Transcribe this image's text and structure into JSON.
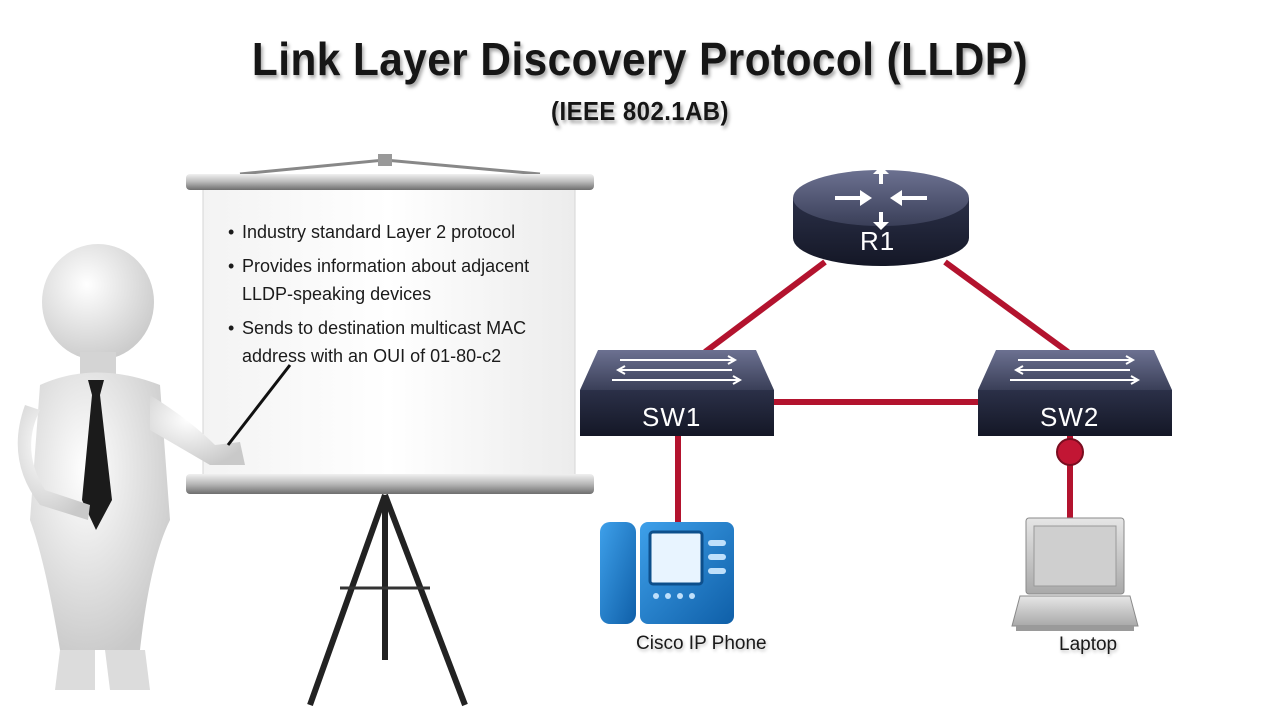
{
  "title": "Link Layer Discovery Protocol (LLDP)",
  "subtitle": "(IEEE 802.1AB)",
  "board": {
    "bullets": [
      "Industry standard Layer 2 protocol",
      "Provides information about adjacent LLDP-speaking devices",
      "Sends to destination multicast MAC address with an OUI of 01-80-c2"
    ]
  },
  "devices": {
    "router": "R1",
    "switch1": "SW1",
    "switch2": "SW2",
    "phone": "Cisco IP Phone",
    "laptop": "Laptop"
  },
  "colors": {
    "link": "#b3132e",
    "device_top": "#4a4f6a",
    "device_body": "#1e2236",
    "phone": "#1a7fd1"
  }
}
